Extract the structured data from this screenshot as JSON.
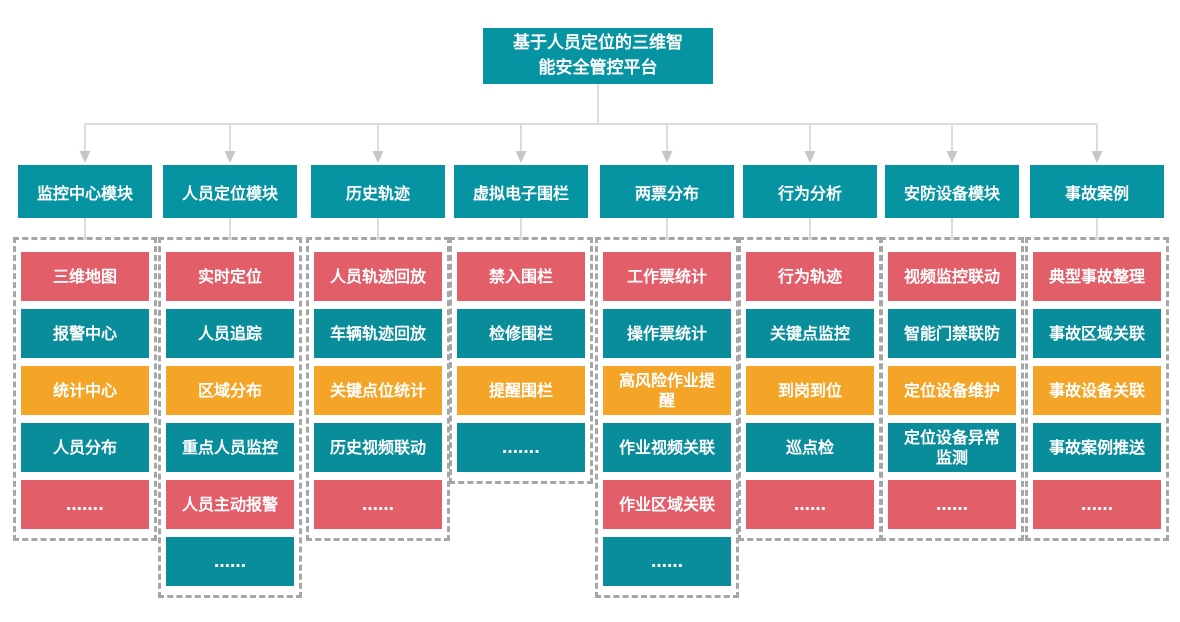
{
  "palette": {
    "node_teal": "#0794A2",
    "item_teal": "#0A8D9B",
    "item_red": "#E25F69",
    "item_orange": "#F4A426",
    "connector_gray": "#DCDCDC",
    "arrow_gray": "#C7C7C7",
    "dashed_border_gray": "#A6A6A6"
  },
  "root": {
    "title": "基于人员定位的三维智\n能安全管控平台"
  },
  "columns": [
    {
      "header": "监控中心模块",
      "items": [
        {
          "label": "三维地图",
          "color": "#E25F69"
        },
        {
          "label": "报警中心",
          "color": "#0A8D9B"
        },
        {
          "label": "统计中心",
          "color": "#F4A426"
        },
        {
          "label": "人员分布",
          "color": "#0A8D9B"
        },
        {
          "label": "…….",
          "color": "#E25F69"
        }
      ]
    },
    {
      "header": "人员定位模块",
      "items": [
        {
          "label": "实时定位",
          "color": "#E25F69"
        },
        {
          "label": "人员追踪",
          "color": "#0A8D9B"
        },
        {
          "label": "区域分布",
          "color": "#F4A426"
        },
        {
          "label": "重点人员监控",
          "color": "#0A8D9B"
        },
        {
          "label": "人员主动报警",
          "color": "#E25F69"
        },
        {
          "label": "……",
          "color": "#0A8D9B"
        }
      ]
    },
    {
      "header": "历史轨迹",
      "items": [
        {
          "label": "人员轨迹回放",
          "color": "#E25F69"
        },
        {
          "label": "车辆轨迹回放",
          "color": "#0A8D9B"
        },
        {
          "label": "关键点位统计",
          "color": "#F4A426"
        },
        {
          "label": "历史视频联动",
          "color": "#0A8D9B"
        },
        {
          "label": "……",
          "color": "#E25F69"
        }
      ]
    },
    {
      "header": "虚拟电子围栏",
      "items": [
        {
          "label": "禁入围栏",
          "color": "#E25F69"
        },
        {
          "label": "检修围栏",
          "color": "#0A8D9B"
        },
        {
          "label": "提醒围栏",
          "color": "#F4A426"
        },
        {
          "label": "…….",
          "color": "#0A8D9B"
        }
      ]
    },
    {
      "header": "两票分布",
      "items": [
        {
          "label": "工作票统计",
          "color": "#E25F69"
        },
        {
          "label": "操作票统计",
          "color": "#0A8D9B"
        },
        {
          "label": "高风险作业提醒",
          "color": "#F4A426"
        },
        {
          "label": "作业视频关联",
          "color": "#0A8D9B"
        },
        {
          "label": "作业区域关联",
          "color": "#E25F69"
        },
        {
          "label": "……",
          "color": "#0A8D9B"
        }
      ]
    },
    {
      "header": "行为分析",
      "items": [
        {
          "label": "行为轨迹",
          "color": "#E25F69"
        },
        {
          "label": "关键点监控",
          "color": "#0A8D9B"
        },
        {
          "label": "到岗到位",
          "color": "#F4A426"
        },
        {
          "label": "巡点检",
          "color": "#0A8D9B"
        },
        {
          "label": "……",
          "color": "#E25F69"
        }
      ]
    },
    {
      "header": "安防设备模块",
      "items": [
        {
          "label": "视频监控联动",
          "color": "#E25F69"
        },
        {
          "label": "智能门禁联防",
          "color": "#0A8D9B"
        },
        {
          "label": "定位设备维护",
          "color": "#F4A426"
        },
        {
          "label": "定位设备异常监测",
          "color": "#0A8D9B"
        },
        {
          "label": "……",
          "color": "#E25F69"
        }
      ]
    },
    {
      "header": "事故案例",
      "items": [
        {
          "label": "典型事故整理",
          "color": "#E25F69"
        },
        {
          "label": "事故区域关联",
          "color": "#0A8D9B"
        },
        {
          "label": "事故设备关联",
          "color": "#F4A426"
        },
        {
          "label": "事故案例推送",
          "color": "#0A8D9B"
        },
        {
          "label": "……",
          "color": "#E25F69"
        }
      ]
    }
  ]
}
